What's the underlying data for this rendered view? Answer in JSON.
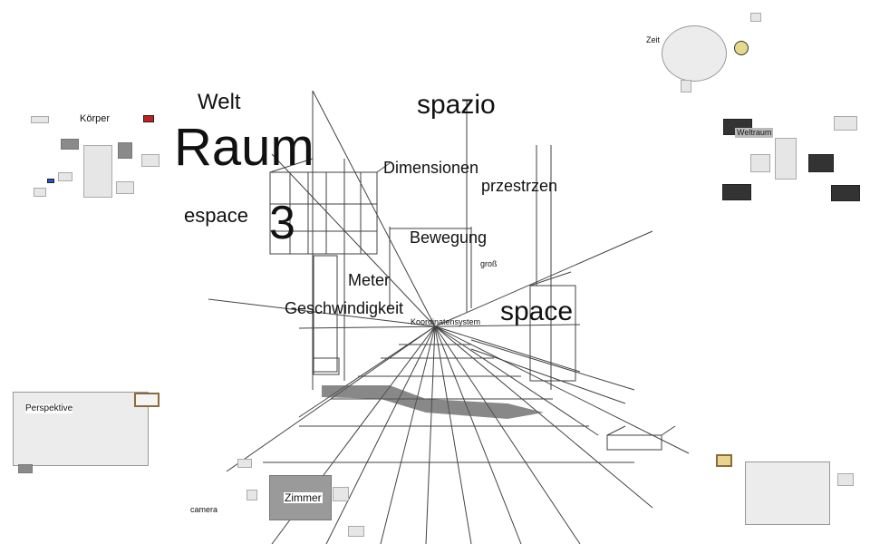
{
  "words": {
    "welt": "Welt",
    "raum": "Raum",
    "spazio": "spazio",
    "dimensionen": "Dimensionen",
    "przestrzen": "przestrzen",
    "espace": "espace",
    "three": "3",
    "bewegung": "Bewegung",
    "gross": "groß",
    "meter": "Meter",
    "geschwindigkeit": "Geschwindigkeit",
    "koordinatensystem": "Koordinatensystem",
    "space": "space"
  },
  "clusters": {
    "koerper": "Körper",
    "perspektive": "Perspektive",
    "zimmer": "Zimmer",
    "camera": "camera",
    "zeit": "Zeit",
    "weltraum": "Weltraum"
  }
}
